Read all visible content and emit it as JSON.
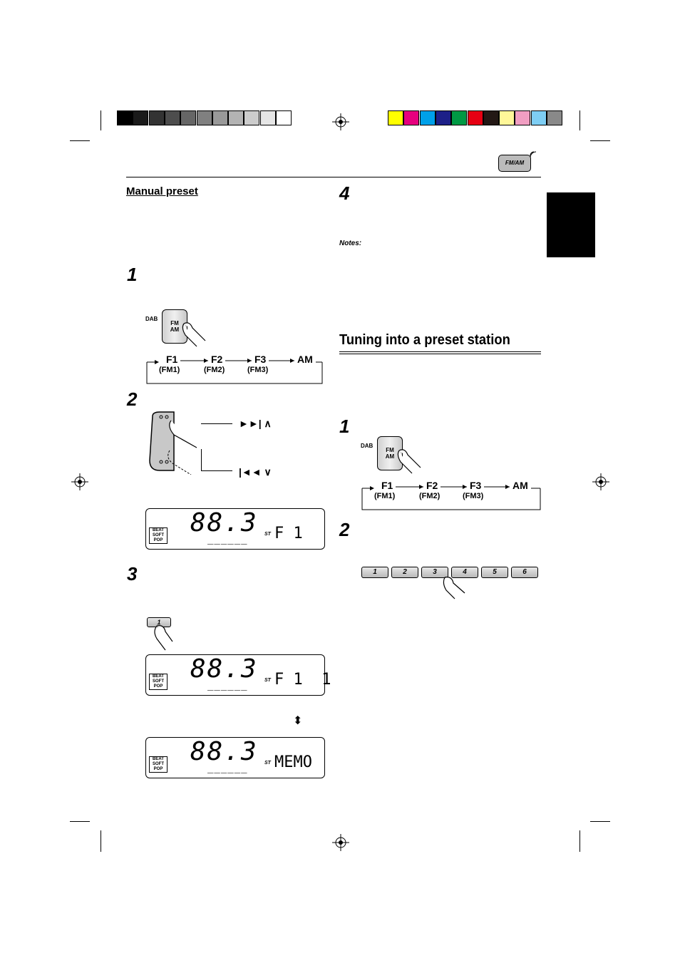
{
  "colorbar": {
    "grays": [
      "#000000",
      "#1a1a1a",
      "#333333",
      "#4d4d4d",
      "#666666",
      "#808080",
      "#999999",
      "#b3b3b3",
      "#cccccc",
      "#e6e6e6",
      "#ffffff"
    ],
    "colors": [
      "#ffff00",
      "#e6007e",
      "#00a0e9",
      "#1d2088",
      "#009944",
      "#e60012",
      "#231815",
      "#fff799",
      "#f19ec2",
      "#7ecef4",
      "#898989"
    ]
  },
  "header": {
    "fm_am_icon": "FM/AM"
  },
  "left": {
    "section_title": "Manual preset",
    "step1": "1",
    "step1_button": {
      "dab": "DAB",
      "label_line1": "FM",
      "label_line2": "AM"
    },
    "band_cycle": {
      "bands": [
        "F1",
        "F2",
        "F3",
        "AM"
      ],
      "subs": [
        "(FM1)",
        "(FM2)",
        "(FM3)"
      ]
    },
    "step2": "2",
    "seek_up_icon": "►►| ∧",
    "seek_down_icon": "|◄◄ ∨",
    "display1": {
      "freq": "88.3",
      "st": "ST",
      "seg": "F 1",
      "dashes": "______"
    },
    "step3": "3",
    "preset_key": "1",
    "display2": {
      "freq": "88.3",
      "st": "ST",
      "seg": "F 1  1",
      "dashes": "______"
    },
    "alternate_arrow": "⬍",
    "display3": {
      "freq": "88.3",
      "st": "ST",
      "seg": "MEMO",
      "dashes": "______"
    },
    "eq": {
      "beat": "BEAT",
      "soft": "SOFT",
      "pop": "POP"
    }
  },
  "right": {
    "step4": "4",
    "notes_label": "Notes:",
    "section_title": "Tuning into a preset station",
    "step1": "1",
    "step1_button": {
      "dab": "DAB",
      "label_line1": "FM",
      "label_line2": "AM"
    },
    "band_cycle": {
      "bands": [
        "F1",
        "F2",
        "F3",
        "AM"
      ],
      "subs": [
        "(FM1)",
        "(FM2)",
        "(FM3)"
      ]
    },
    "step2": "2",
    "preset_buttons": [
      "1",
      "2",
      "3",
      "4",
      "5",
      "6"
    ]
  }
}
